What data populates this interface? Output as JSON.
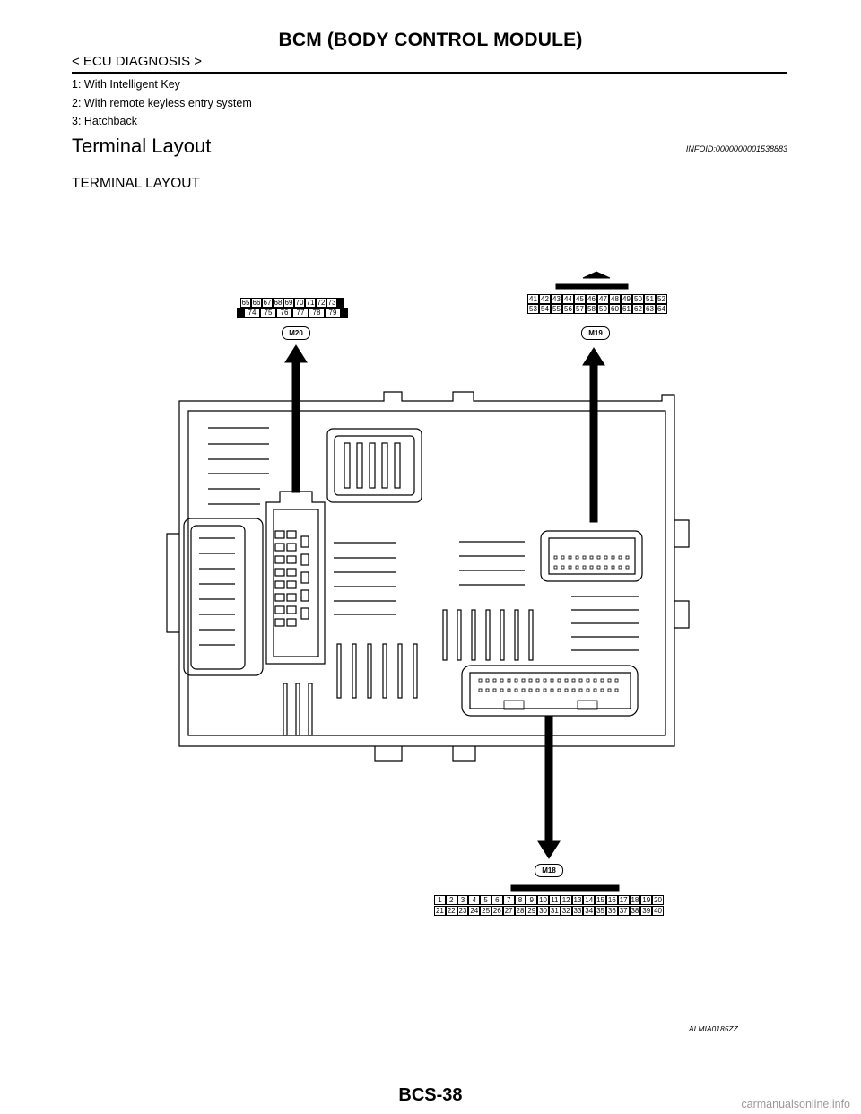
{
  "header": {
    "title": "BCM (BODY CONTROL MODULE)",
    "crumb": "< ECU DIAGNOSIS >"
  },
  "notes": [
    "1: With Intelligent Key",
    "2: With remote keyless entry system",
    "3: Hatchback"
  ],
  "section": {
    "heading": "Terminal Layout",
    "info_id": "INFOID:0000000001538883",
    "sub_heading": "TERMINAL LAYOUT"
  },
  "figure": {
    "id": "ALMIA0185ZZ",
    "connectors": {
      "m20": {
        "label": "M20",
        "row1": [
          "65",
          "66",
          "67",
          "68",
          "69",
          "70",
          "71",
          "72",
          "73"
        ],
        "row2": [
          "74",
          "75",
          "76",
          "77",
          "78",
          "79"
        ]
      },
      "m19": {
        "label": "M19",
        "row1": [
          "41",
          "42",
          "43",
          "44",
          "45",
          "46",
          "47",
          "48",
          "49",
          "50",
          "51",
          "52"
        ],
        "row2": [
          "53",
          "54",
          "55",
          "56",
          "57",
          "58",
          "59",
          "60",
          "61",
          "62",
          "63",
          "64"
        ]
      },
      "m18": {
        "label": "M18",
        "row1": [
          "1",
          "2",
          "3",
          "4",
          "5",
          "6",
          "7",
          "8",
          "9",
          "10",
          "11",
          "12",
          "13",
          "14",
          "15",
          "16",
          "17",
          "18",
          "19",
          "20"
        ],
        "row2": [
          "21",
          "22",
          "23",
          "24",
          "25",
          "26",
          "27",
          "28",
          "29",
          "30",
          "31",
          "32",
          "33",
          "34",
          "35",
          "36",
          "37",
          "38",
          "39",
          "40"
        ]
      }
    }
  },
  "footer": {
    "page": "BCS-38",
    "watermark": "carmanualsonline.info"
  }
}
